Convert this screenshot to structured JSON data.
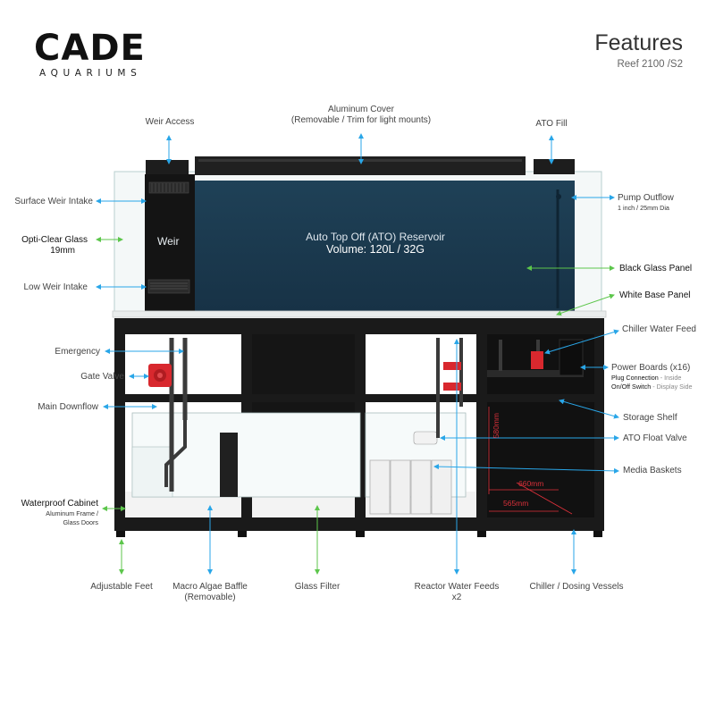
{
  "brand": {
    "logo_word": "CADE",
    "logo_sub": "AQUARIUMS"
  },
  "header": {
    "title": "Features",
    "subtitle": "Reef 2100 /S2"
  },
  "colors": {
    "arrow_blue": "#29a6e8",
    "arrow_green": "#5cc64b",
    "tank_glass": "#1c3a4f",
    "cabinet": "#161616",
    "dimension_red": "#e0313b"
  },
  "tank": {
    "weir_label": "Weir",
    "reservoir_line1": "Auto Top Off (ATO) Reservoir",
    "reservoir_line2": "Volume: 120L / 32G"
  },
  "dimensions": {
    "height": "580mm",
    "width1": "660mm",
    "width2": "565mm"
  },
  "labels": {
    "weir_access": "Weir Access",
    "aluminum_cover_1": "Aluminum Cover",
    "aluminum_cover_2": "(Removable / Trim for light mounts)",
    "ato_fill": "ATO Fill",
    "surface_weir_intake": "Surface Weir Intake",
    "opti_clear_1": "Opti-Clear Glass",
    "opti_clear_2": "19mm",
    "low_weir_intake": "Low Weir Intake",
    "pump_outflow_1": "Pump Outflow",
    "pump_outflow_2": "1 inch / 25mm Dia",
    "black_glass_panel": "Black Glass Panel",
    "white_base_panel": "White Base Panel",
    "emergency": "Emergency",
    "gate_valve": "Gate Valve",
    "main_downflow": "Main Downflow",
    "chiller_water_feed": "Chiller Water Feed",
    "power_boards": "Power Boards (x16)",
    "plug_connection": "Plug Connection",
    "plug_connection_note": " - Inside",
    "onoff_switch": "On/Off Switch",
    "onoff_switch_note": " - Display Side",
    "storage_shelf": "Storage Shelf",
    "ato_float_valve": "ATO Float Valve",
    "media_baskets": "Media Baskets",
    "waterproof_cabinet": "Waterproof Cabinet",
    "waterproof_cabinet_2": "Aluminum Frame /",
    "waterproof_cabinet_3": "Glass Doors",
    "adjustable_feet": "Adjustable Feet",
    "macro_algae_1": "Macro Algae Baffle",
    "macro_algae_2": "(Removable)",
    "glass_filter": "Glass Filter",
    "reactor_1": "Reactor Water Feeds",
    "reactor_2": "x2",
    "chiller_dosing": "Chiller / Dosing Vessels"
  }
}
